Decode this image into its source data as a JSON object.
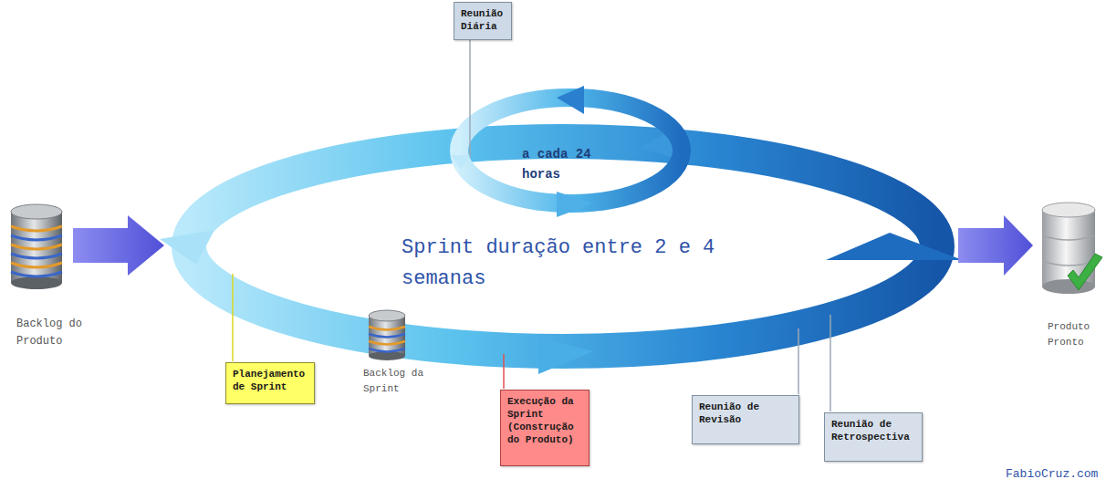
{
  "diagram": {
    "nodes": [
      {
        "text": [
          "Reunião Diária"
        ]
      },
      {
        "text": [
          "Planejamento de Sprint"
        ]
      },
      {
        "text": [
          "Execução da Sprint (Construção do Produto)"
        ]
      },
      {
        "text": [
          "Reunião de Revisão"
        ]
      },
      {
        "text": [
          "Reunião de Retrospectiva"
        ]
      }
    ],
    "labels": [
      "Backlog do Produto",
      "a cada 24 horas",
      "Sprint duração entre 2 e 4 semanas",
      "Backlog da Sprint",
      "Produto Pronto",
      "FabioCruz.com"
    ]
  }
}
